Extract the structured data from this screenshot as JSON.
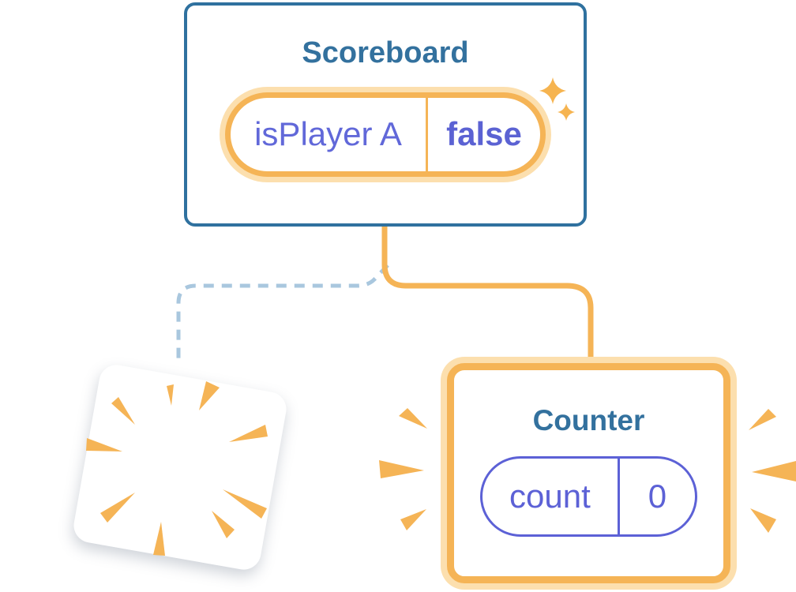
{
  "colors": {
    "card_border_blue": "#2F719F",
    "title_blue": "#33719E",
    "accent_orange": "#F5B456",
    "accent_orange_light": "#FCDFAE",
    "state_indigo": "#6168D9",
    "state_indigo_bold": "#5B62D3",
    "pill_indigo_border": "#5C61D6",
    "dashed_line_blue": "#A9C7DE",
    "background": "#FFFFFF"
  },
  "scoreboard": {
    "title": "Scoreboard",
    "state_pill": {
      "name": "isPlayer A",
      "value": "false"
    }
  },
  "counter": {
    "title": "Counter",
    "state_pill": {
      "name": "count",
      "value": "0"
    }
  },
  "icons": {
    "sparkles": "sparkles-icon",
    "poof_burst": "poof-burst-icon",
    "emphasis_rays": "emphasis-rays-icon"
  }
}
